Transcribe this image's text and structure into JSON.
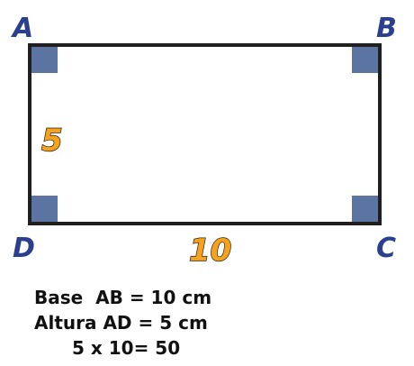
{
  "vertices": {
    "a": "A",
    "b": "B",
    "c": "C",
    "d": "D"
  },
  "measures": {
    "height": "5",
    "base": "10"
  },
  "calculation": {
    "line1": "Base  AB = 10 cm",
    "line2": "Altura AD = 5 cm",
    "line3": "5 x 10= 50"
  },
  "colors": {
    "vertex_label": "#2b3f8f",
    "measure_label": "#f6a21a",
    "right_angle_marker": "#5b74a2",
    "rectangle_stroke": "#1f1f1f"
  }
}
